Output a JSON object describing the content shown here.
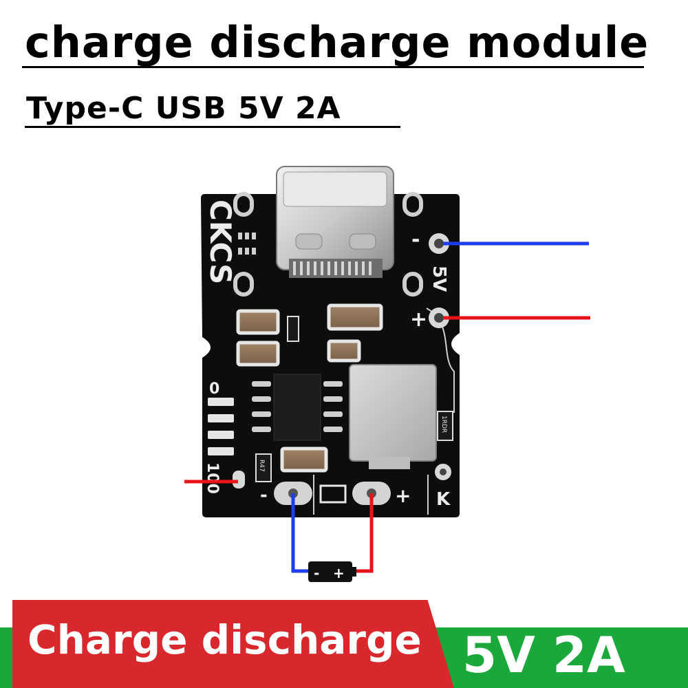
{
  "header": {
    "title": "charge discharge module",
    "subtitle": "Type-C USB 5V 2A"
  },
  "board": {
    "brand": "CKCS",
    "out_pin_label": "5V",
    "minus_sign": "-",
    "plus_sign": "+",
    "k_label": "K",
    "scale_zero": "0",
    "scale_hundred": "100",
    "bat_minus": "-",
    "bat_plus": "+",
    "resistor_code_1": "R47",
    "resistor_code_2": "1RDR",
    "battery_minus": "-",
    "battery_plus": "+"
  },
  "colors": {
    "board": "#0d0d0f",
    "wire_negative": "#1a3ef0",
    "wire_positive": "#e8141a",
    "banner_red": "#d8272d",
    "banner_green": "#1aa83a"
  },
  "banner": {
    "left_text": "Charge discharge",
    "right_text": "5V 2A"
  }
}
